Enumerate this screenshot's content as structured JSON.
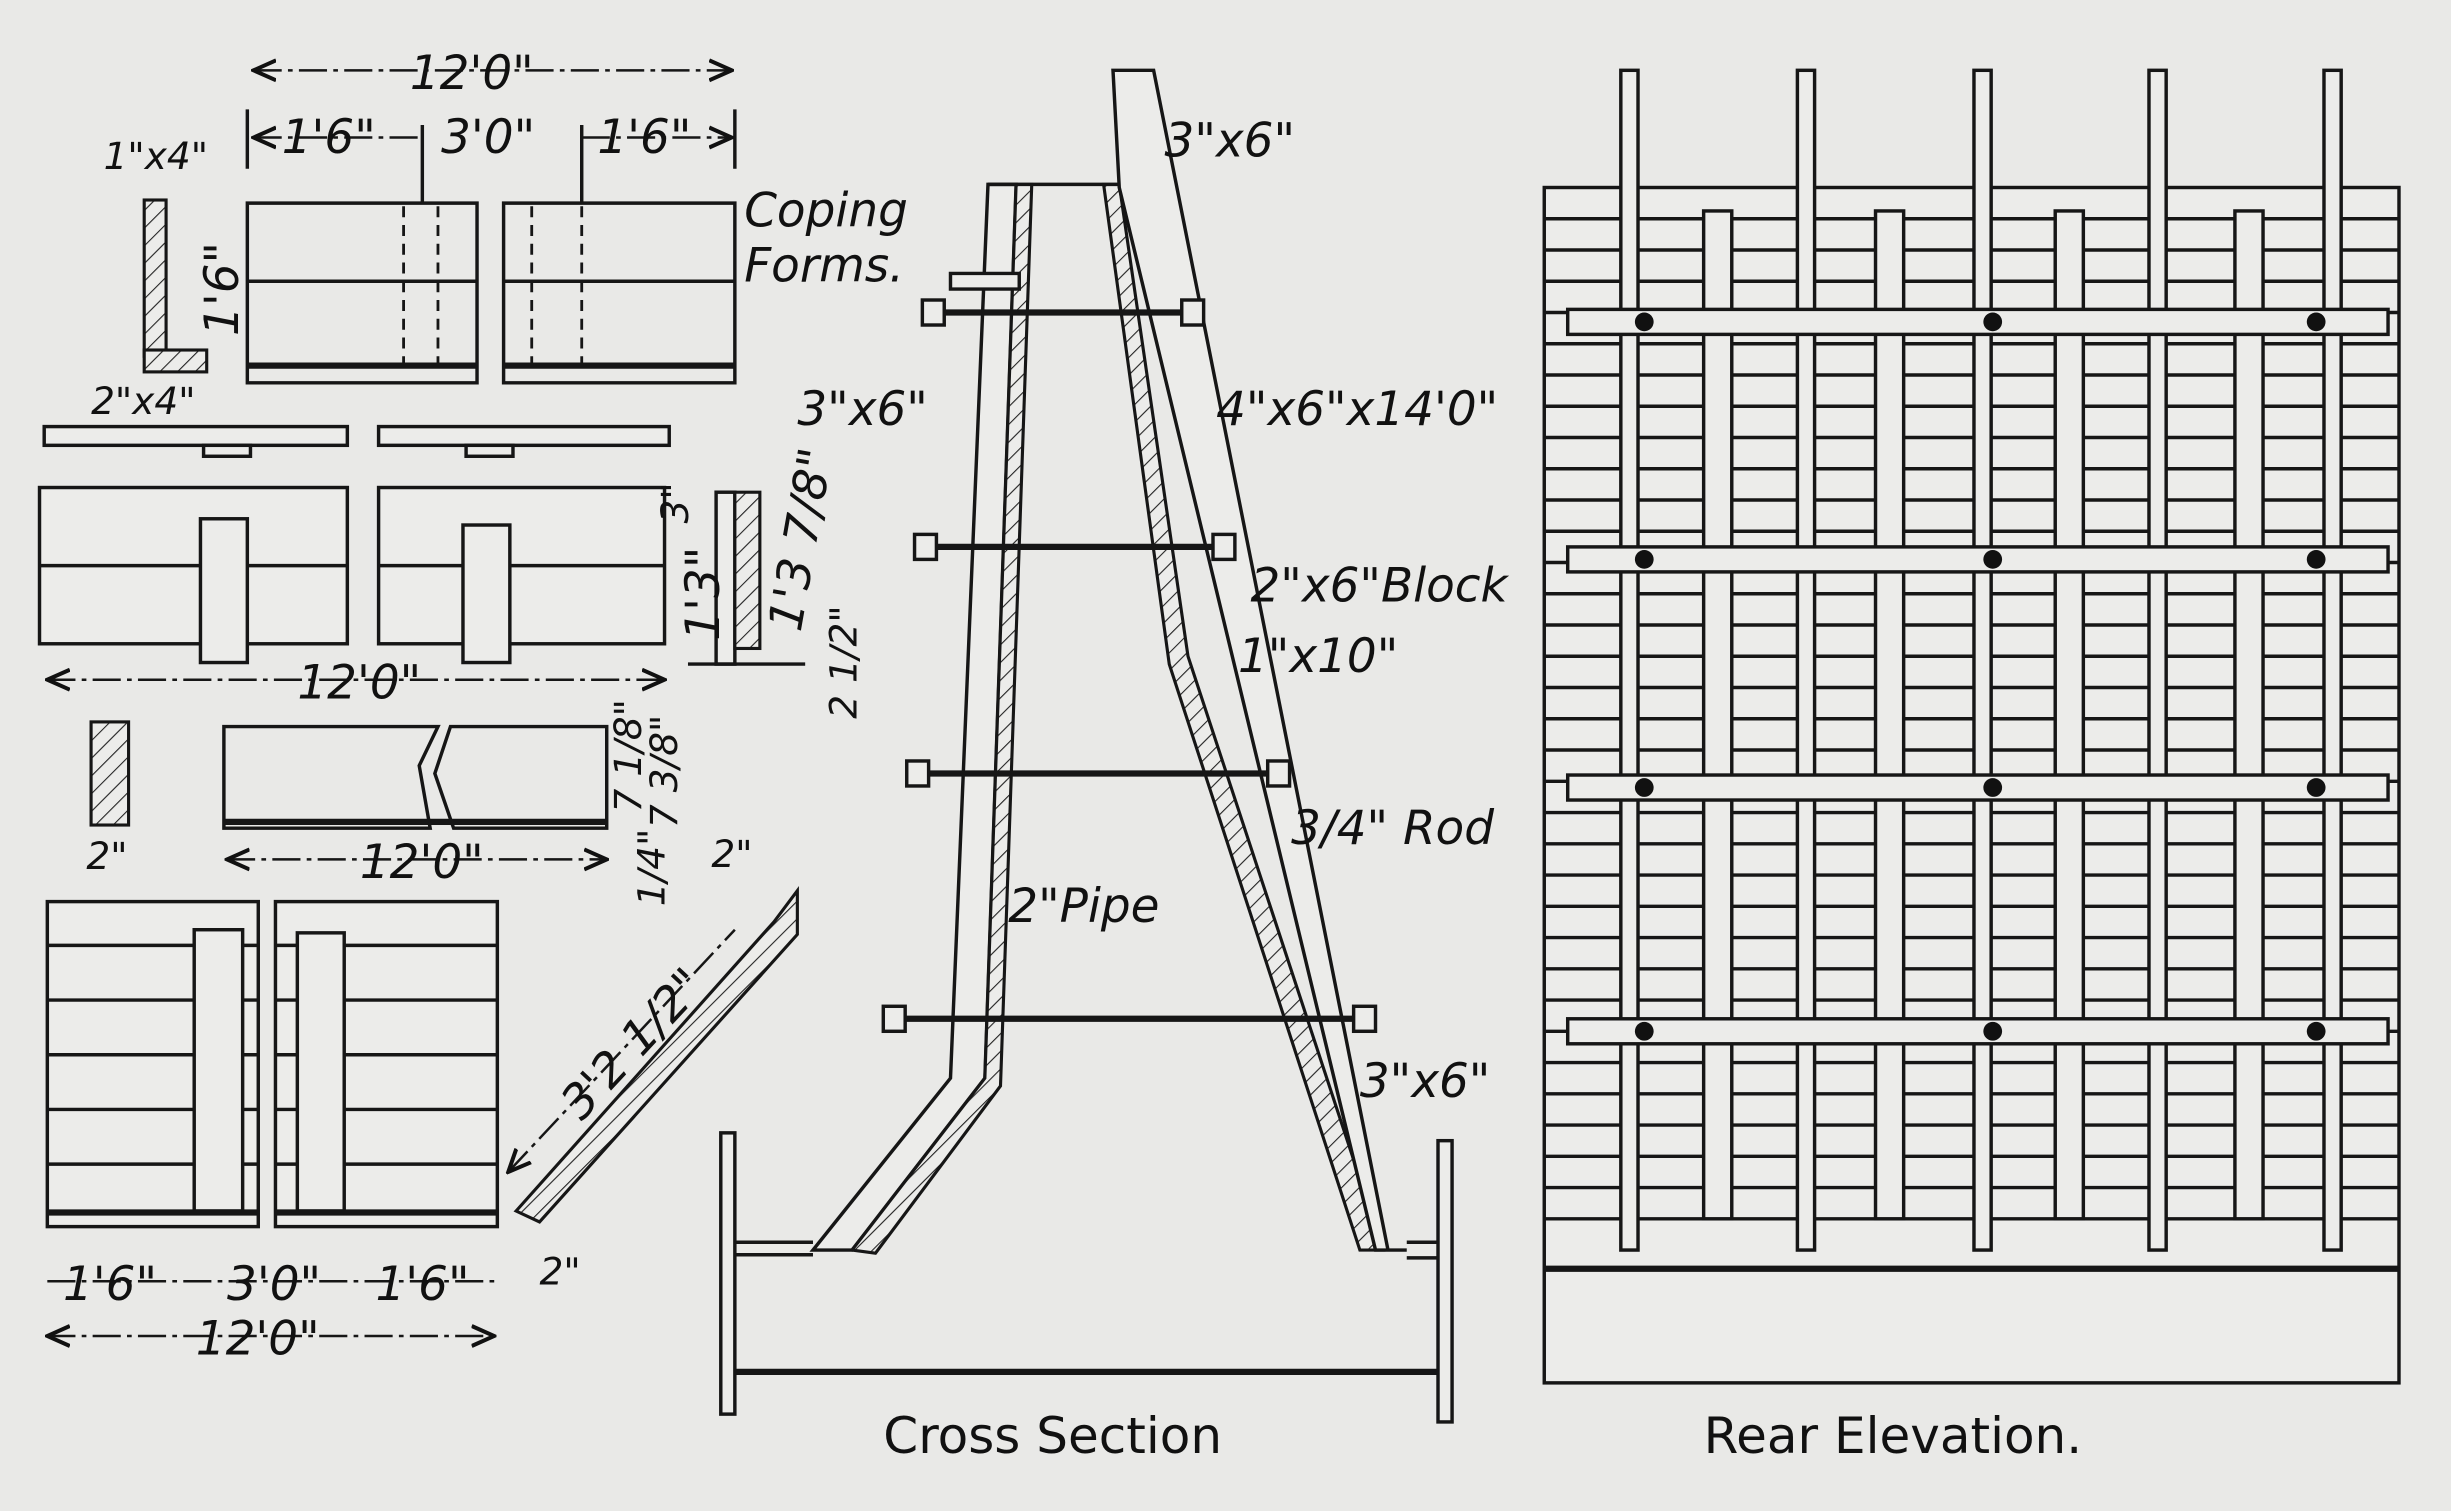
{
  "coping_forms": {
    "title_line1": "Coping",
    "title_line2": "Forms.",
    "overall_length": "12'0\"",
    "left_segment": "1'6\"",
    "middle_segment": "3'0\"",
    "right_segment": "1'6\"",
    "board_1x4": "1\"x4\"",
    "height": "1'6\"",
    "board_2x4": "2\"x4\""
  },
  "middle_panels": {
    "length": "12'0\"",
    "top_gap": "3\"",
    "height": "1'3\"",
    "height_alt": "1'3 7/8\"",
    "bottom": "2 1/2\""
  },
  "strip_detail": {
    "width": "2\"",
    "length": "12'0\"",
    "height_a": "7 1/8\"",
    "height_b": "7 3/8\"",
    "bottom": "1/4\""
  },
  "lower_panel": {
    "left_segment": "1'6\"",
    "middle_segment": "3'0\"",
    "right_segment": "1'6\"",
    "overall_length": "12'0\"",
    "diagonal_length": "3'2 1/2\"",
    "diag_top": "2\"",
    "diag_bottom": "2\""
  },
  "cross_section": {
    "caption": "Cross Section",
    "top_member": "3\"x6\"",
    "left_member": "3\"x6\"",
    "upright": "4\"x6\"x14'0\"",
    "block": "2\"x6\"Block",
    "board": "1\"x10\"",
    "rod": "3/4\" Rod",
    "pipe": "2\"Pipe",
    "bottom_member": "3\"x6\""
  },
  "rear_elevation": {
    "caption": "Rear  Elevation."
  }
}
